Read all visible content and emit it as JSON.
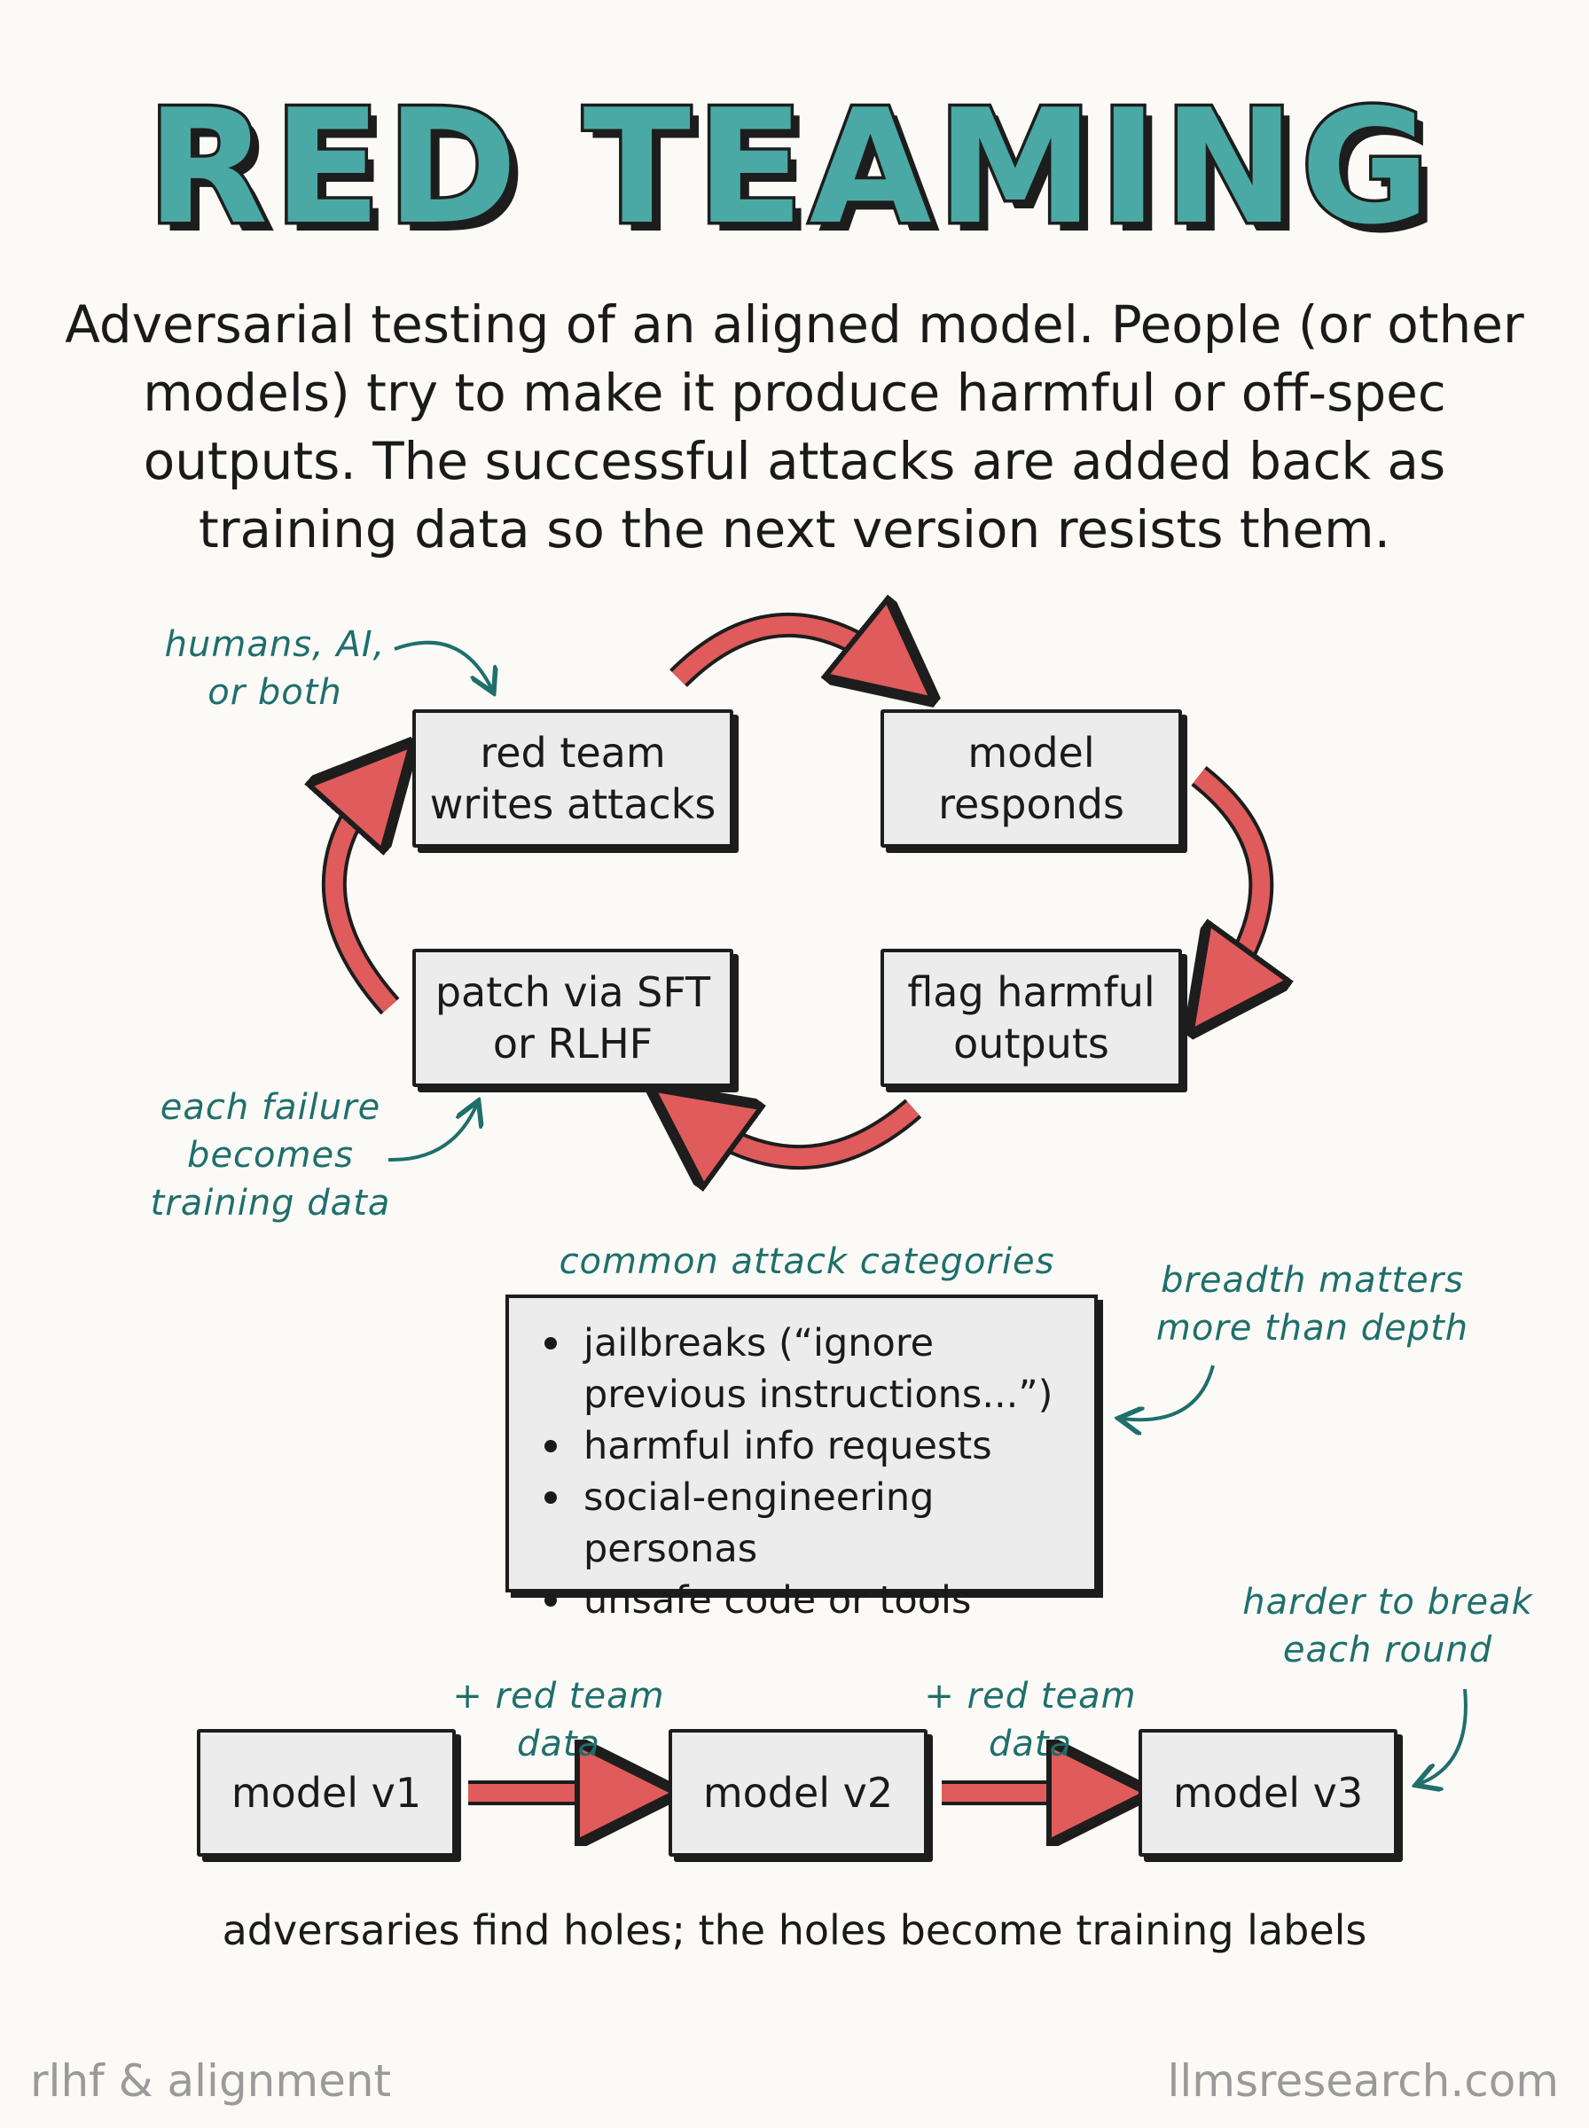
{
  "title": "RED TEAMING",
  "subtitle": "Adversarial testing of an aligned model. People (or other models) try to make it produce harmful or off-spec outputs. The successful attacks are added back as training data so the next version resists them.",
  "cycle": {
    "red_team": "red team\nwrites attacks",
    "model_responds": "model\nresponds",
    "flag": "flag harmful\noutputs",
    "patch": "patch via SFT\nor RLHF"
  },
  "notes": {
    "humans": "humans, AI,\nor both",
    "failure": "each failure\nbecomes\ntraining data",
    "categories_title": "common attack categories",
    "breadth": "breadth matters\nmore than depth",
    "harder": "harder to break\neach round"
  },
  "categories": [
    "jailbreaks (“ignore previous instructions...”)",
    "harmful info requests",
    "social-engineering personas",
    "unsafe code or tools"
  ],
  "versions": {
    "v1": "model v1",
    "v2": "model v2",
    "v3": "model v3",
    "plus1": "+ red team\ndata",
    "plus2": "+ red team\ndata"
  },
  "caption": "adversaries find holes; the holes become training labels",
  "footer": {
    "left": "rlhf & alignment",
    "right": "llmsresearch.com"
  },
  "colors": {
    "title_fill": "#4aa9a4",
    "title_outline": "#1d1d1d",
    "arrow": "#e05b5b",
    "note": "#1f6f6c",
    "box_fill": "#ececec"
  }
}
